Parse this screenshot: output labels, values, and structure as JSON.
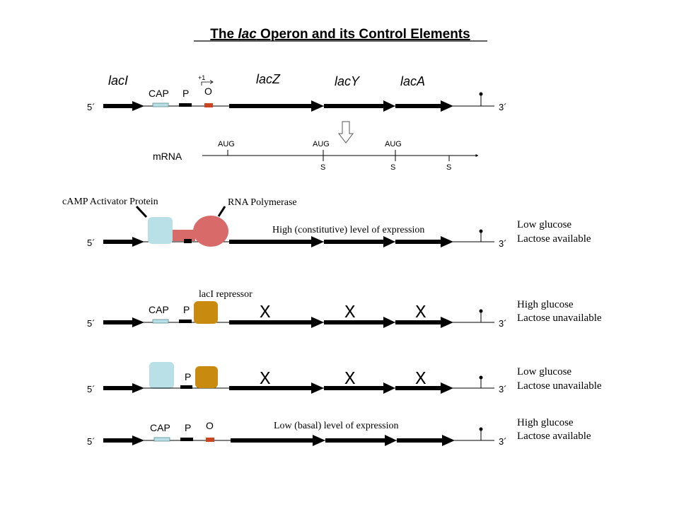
{
  "title": {
    "prefix": "The ",
    "italic": "lac",
    "suffix": " Operon and its Control Elements"
  },
  "genes": {
    "lacI": "lacI",
    "lacZ": "lacZ",
    "lacY": "lacY",
    "lacA": "lacA"
  },
  "labels": {
    "five_prime": "5´",
    "three_prime": "3´",
    "cap": "CAP",
    "promoter": "P",
    "operator": "O",
    "plus_one": "+1",
    "mrna": "mRNA",
    "aug": "AUG",
    "stop": "S",
    "x_mark": "X"
  },
  "annotations": {
    "cap_protein": "cAMP Activator Protein",
    "rna_polymerase": "RNA Polymerase",
    "high_expression": "High (constitutive) level of expression",
    "lacI_repressor": "lacI repressor",
    "low_expression": "Low  (basal) level of expression"
  },
  "conditions": [
    {
      "line1": "Low glucose",
      "line2": "Lactose available"
    },
    {
      "line1": "High glucose",
      "line2": "Lactose unavailable"
    },
    {
      "line1": "Low glucose",
      "line2": "Lactose unavailable"
    },
    {
      "line1": "High glucose",
      "line2": "Lactose available"
    }
  ],
  "colors": {
    "cap_box": "#b8e0e6",
    "operator": "#cc4422",
    "polymerase": "#d96a6a",
    "repressor": "#c98a10",
    "dna": "#000000"
  }
}
